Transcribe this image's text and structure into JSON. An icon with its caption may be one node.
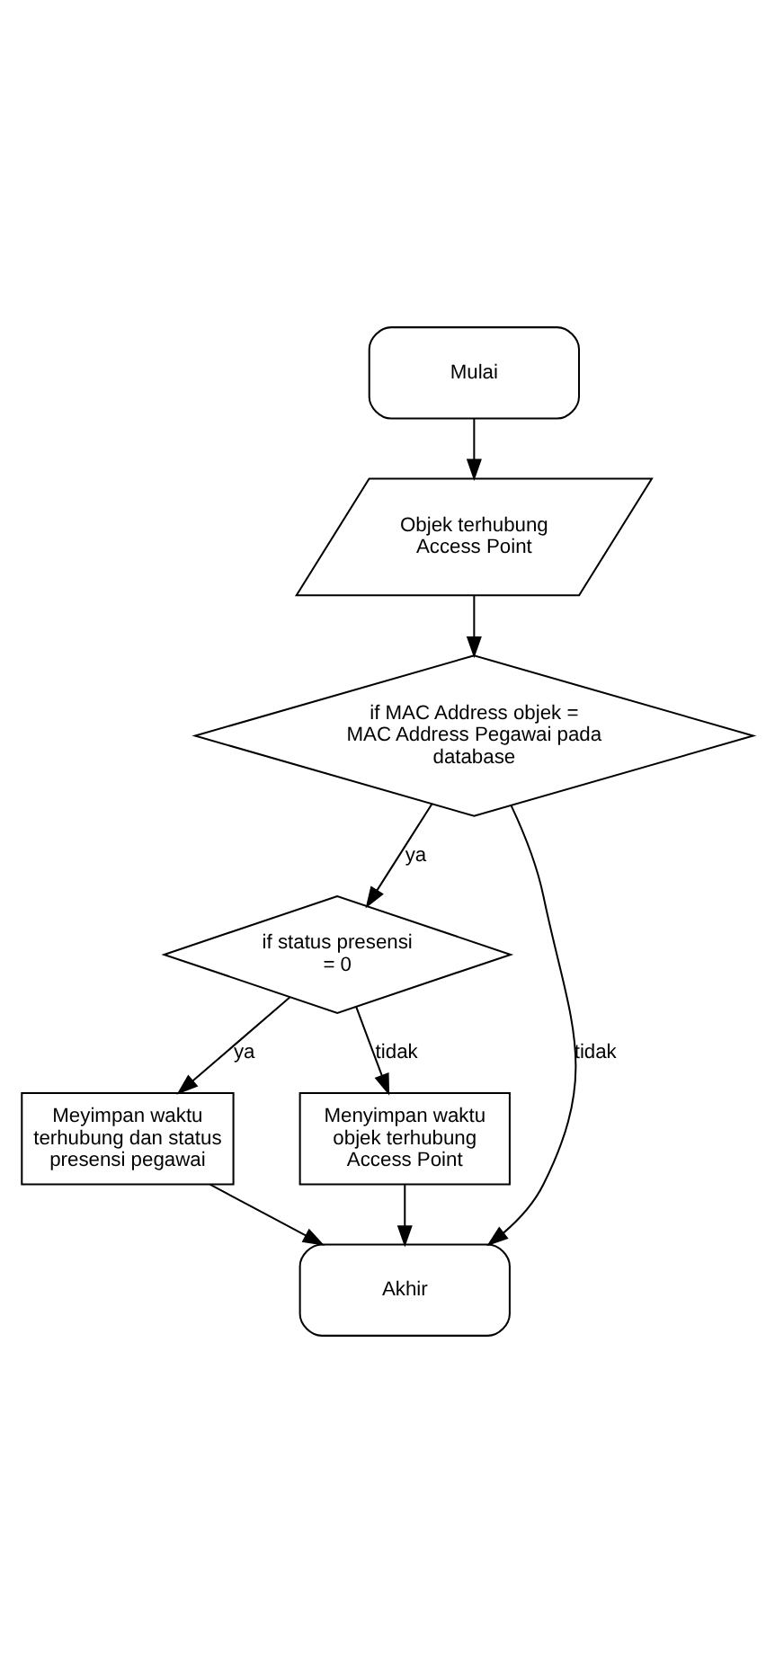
{
  "diagram": {
    "nodes": [
      {
        "text": [
          "Mulai"
        ]
      },
      {
        "text": [
          "Objek terhubung Access Point"
        ]
      },
      {
        "text": [
          "if MAC Address objek = MAC Address Pegawai pada database"
        ]
      },
      {
        "text": [
          "if status presensi = 0"
        ]
      },
      {
        "text": [
          "Meyimpan waktu terhubung dan status presensi pegawai"
        ]
      },
      {
        "text": [
          "Menyimpan waktu objek terhubung Access Point"
        ]
      },
      {
        "text": [
          "Akhir"
        ]
      }
    ],
    "edges": [
      {
        "from": 0,
        "to": 1,
        "arrow": "to"
      },
      {
        "from": 1,
        "to": 2,
        "arrow": "to"
      },
      {
        "from": 2,
        "to": 3,
        "arrow": "to",
        "label": "ya"
      },
      {
        "from": 2,
        "to": 6,
        "arrow": "to",
        "label": "tidak"
      },
      {
        "from": 3,
        "to": 4,
        "arrow": "to",
        "label": "ya"
      },
      {
        "from": 3,
        "to": 5,
        "arrow": "to",
        "label": "tidak"
      },
      {
        "from": 4,
        "to": 6,
        "arrow": "to"
      },
      {
        "from": 5,
        "to": 6,
        "arrow": "to"
      }
    ]
  }
}
